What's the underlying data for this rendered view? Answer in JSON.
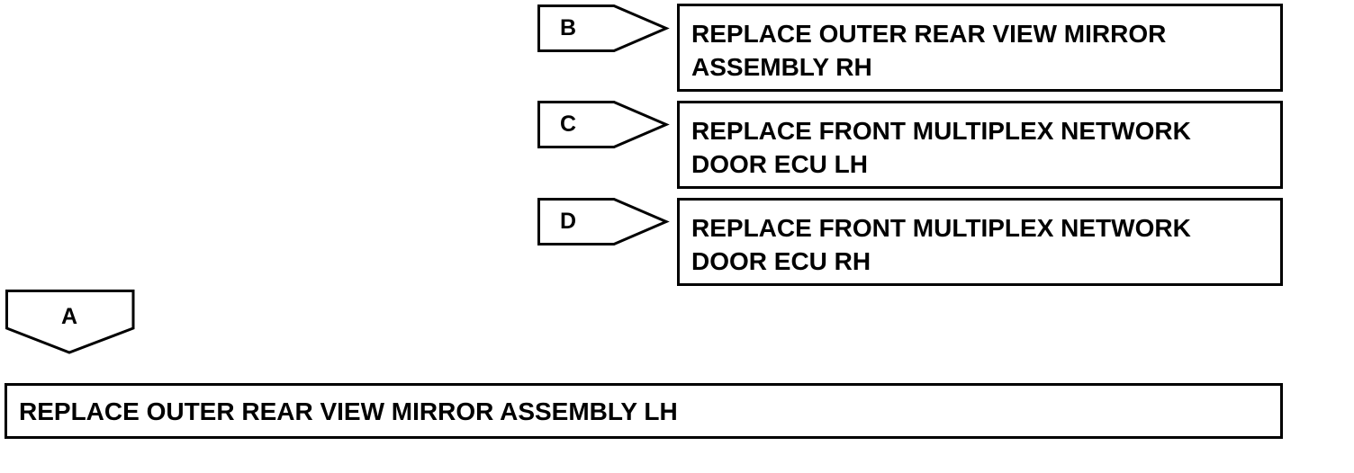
{
  "branches": [
    {
      "key": "B",
      "action_lines": [
        "REPLACE OUTER REAR VIEW MIRROR",
        "ASSEMBLY RH"
      ]
    },
    {
      "key": "C",
      "action_lines": [
        "REPLACE FRONT MULTIPLEX NETWORK",
        "DOOR ECU LH"
      ]
    },
    {
      "key": "D",
      "action_lines": [
        "REPLACE FRONT MULTIPLEX NETWORK",
        "DOOR ECU RH"
      ]
    }
  ],
  "main_branch": {
    "key": "A",
    "action": "REPLACE OUTER REAR VIEW MIRROR ASSEMBLY LH"
  }
}
